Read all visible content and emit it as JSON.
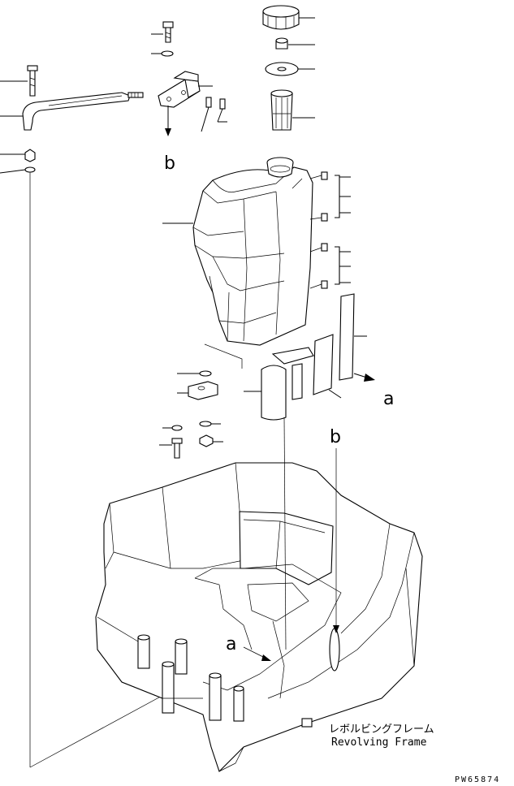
{
  "labels": {
    "view_a_upper": "a",
    "view_a_lower": "a",
    "view_b_upper": "b",
    "view_b_lower": "b"
  },
  "caption": {
    "japanese": "レボルビングフレーム",
    "english": "Revolving Frame"
  },
  "drawing_number": "PW65874"
}
